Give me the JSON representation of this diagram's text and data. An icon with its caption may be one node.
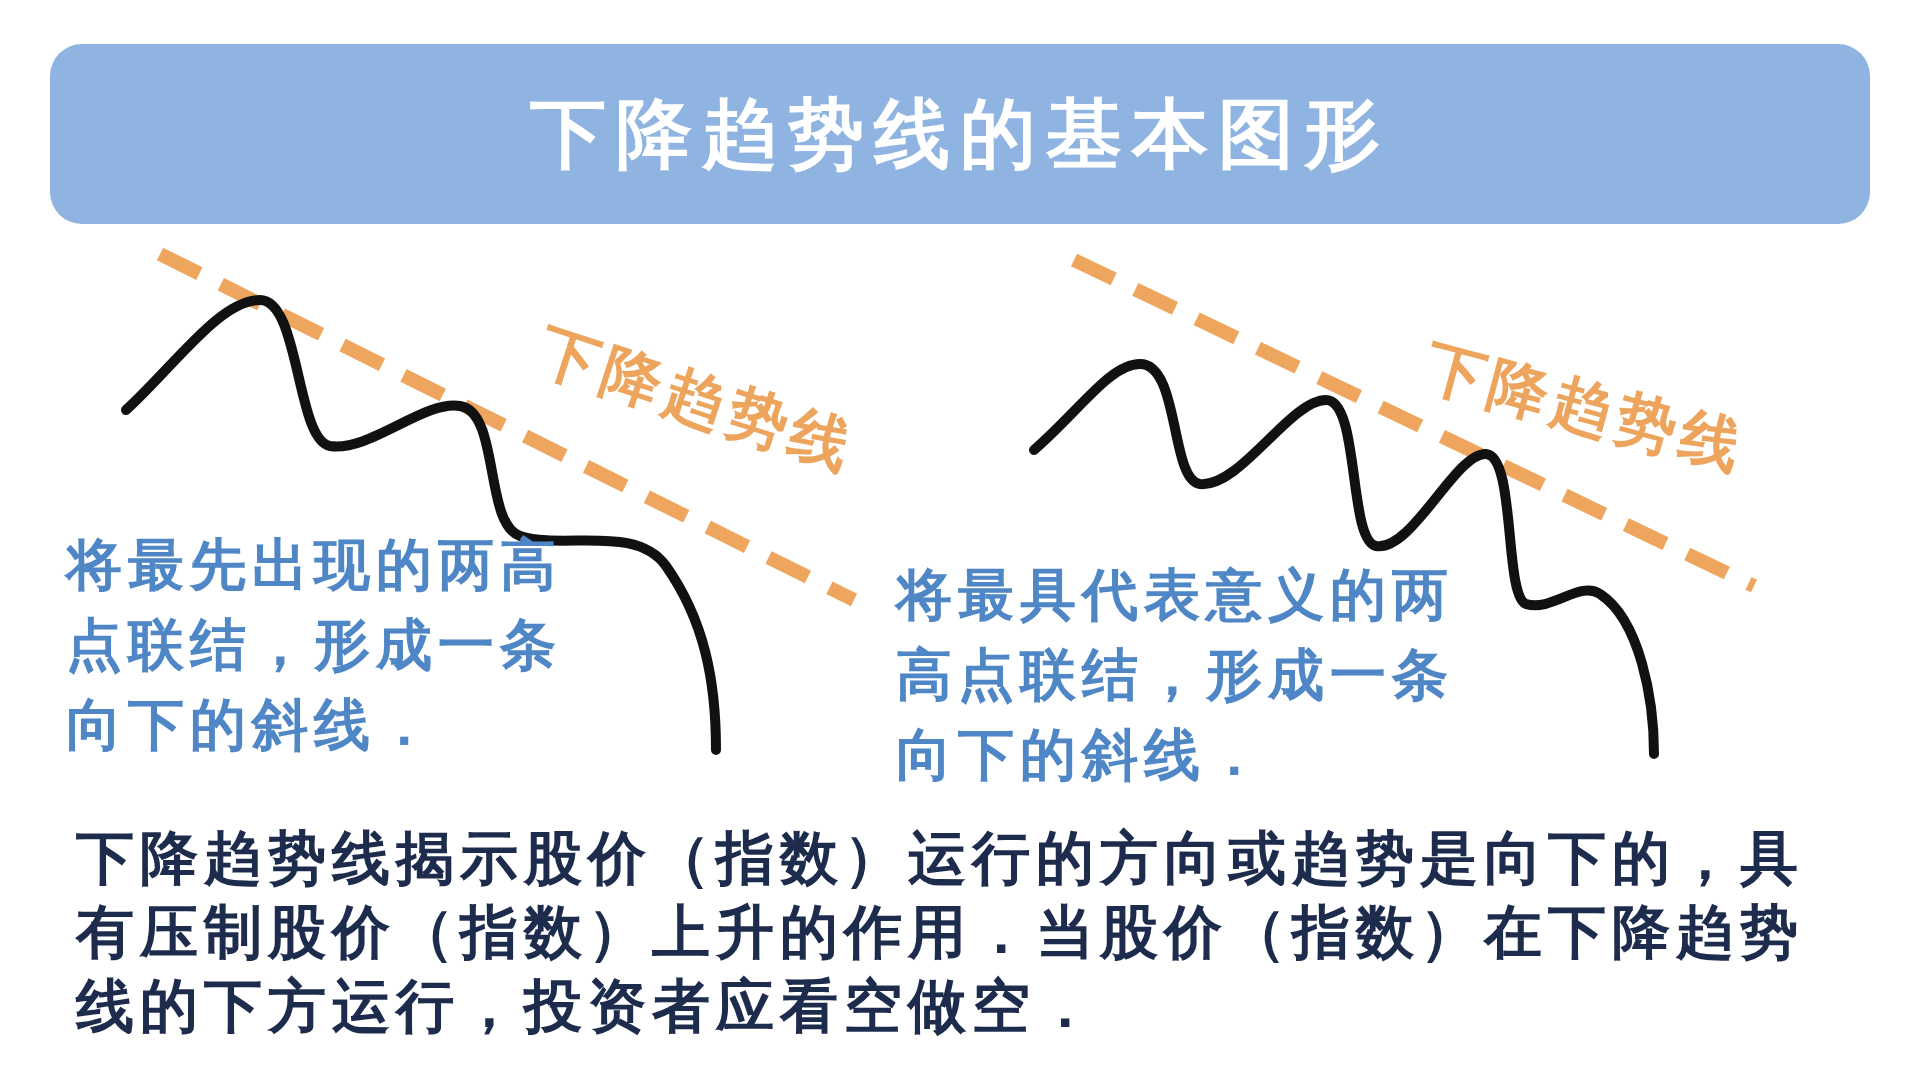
{
  "diagram": {
    "title": "下降趋势线的基本图形",
    "labels": [
      "下降趋势线",
      "将最先出现的两高点联结，形成一条向下的斜线．",
      "下降趋势线",
      "将最具代表意义的两高点联结，形成一条向下的斜线．",
      "下降趋势线揭示股价（指数）运行的方向或趋势是向下的，具有压制股价（指数）上升的作用．当股价（指数）在下降趋势线的下方运行，投资者应看空做空．"
    ]
  }
}
